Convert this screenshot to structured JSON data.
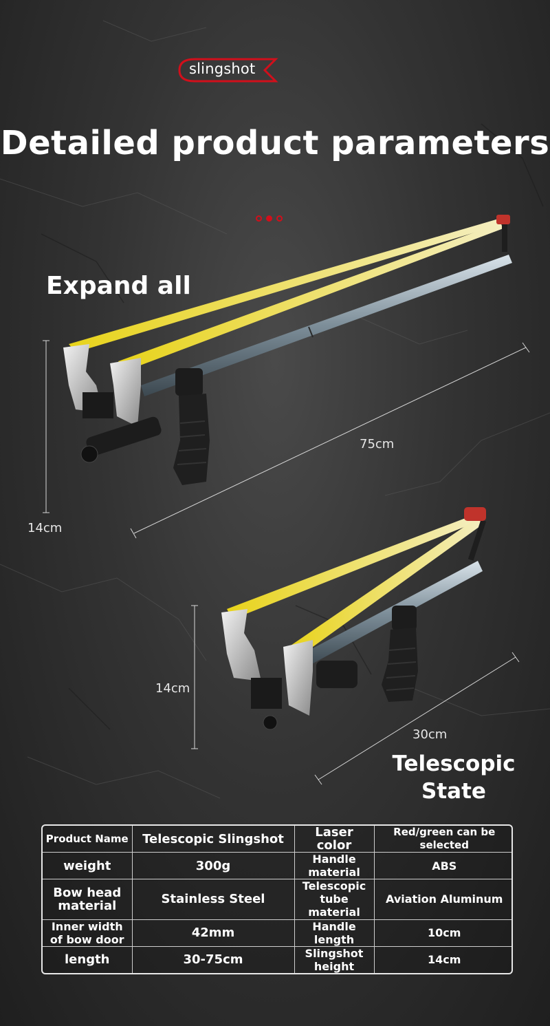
{
  "brand": {
    "logo_text": "slingshot",
    "accent_color": "#d10f1b"
  },
  "page_title": "Detailed product parameters",
  "labels": {
    "expand_all": "Expand all",
    "telescopic_state_line1": "Telescopic",
    "telescopic_state_line2": "State"
  },
  "dimensions": {
    "expanded_length": "75cm",
    "expanded_height": "14cm",
    "telescopic_length": "30cm",
    "telescopic_height": "14cm"
  },
  "specs": {
    "rows": [
      [
        "Product Name",
        "Telescopic Slingshot",
        "Laser color",
        "Red/green can be selected"
      ],
      [
        "weight",
        "300g",
        "Handle material",
        "ABS"
      ],
      [
        "Bow head material",
        "Stainless Steel",
        "Telescopic tube material",
        "Aviation Aluminum"
      ],
      [
        "Inner width of bow door",
        "42mm",
        "Handle length",
        "10cm"
      ],
      [
        "length",
        "30-75cm",
        "Slingshot height",
        "14cm"
      ]
    ]
  }
}
